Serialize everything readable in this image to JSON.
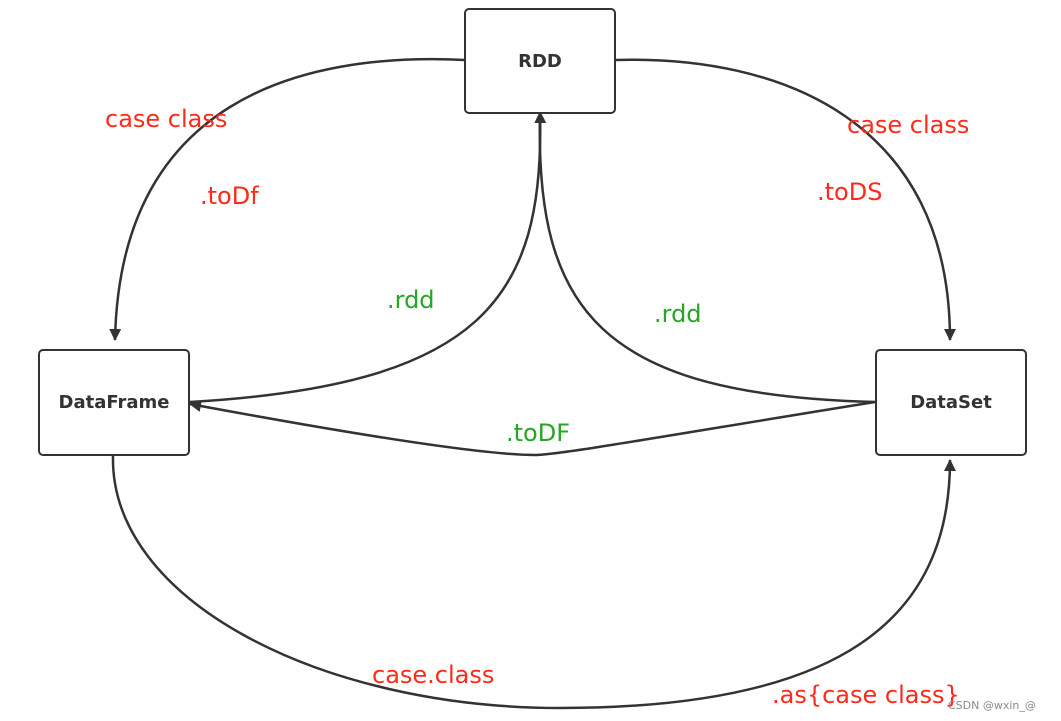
{
  "nodes": {
    "rdd": "RDD",
    "dataframe": "DataFrame",
    "dataset": "DataSet"
  },
  "edges": {
    "rdd_to_dataframe": {
      "label1": "case class",
      "label2": ".toDf"
    },
    "rdd_to_dataset": {
      "label1": "case class",
      "label2": ".toDS"
    },
    "dataframe_to_rdd": {
      "label": ".rdd"
    },
    "dataset_to_rdd": {
      "label": ".rdd"
    },
    "dataset_to_dataframe": {
      "label": ".toDF"
    },
    "dataframe_to_dataset": {
      "label1": "case.class",
      "label2": ".as{case class}"
    }
  },
  "watermark": "CSDN @wxin_@",
  "colors": {
    "red_label": "#ff2a1a",
    "green_label": "#22a822",
    "stroke": "#333333"
  }
}
